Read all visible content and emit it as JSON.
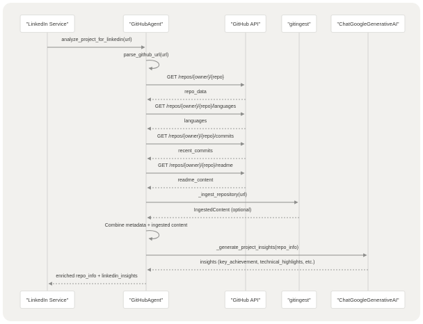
{
  "diagram": {
    "type": "sequence",
    "participants": [
      "\"LinkedIn Service\"",
      "\"GitHubAgent\"",
      "\"GitHub API\"",
      "\"gitingest\"",
      "\"ChatGoogleGenerativeAI\""
    ],
    "messages": [
      {
        "from": "LinkedIn Service",
        "to": "GitHubAgent",
        "label": "analyze_project_for_linkedin(url)",
        "type": "solid"
      },
      {
        "from": "GitHubAgent",
        "to": "GitHubAgent",
        "label": "parse_github_url(url)",
        "type": "self"
      },
      {
        "from": "GitHubAgent",
        "to": "GitHub API",
        "label": "GET /repos/{owner}/{repo}",
        "type": "solid"
      },
      {
        "from": "GitHub API",
        "to": "GitHubAgent",
        "label": "repo_data",
        "type": "dotted"
      },
      {
        "from": "GitHubAgent",
        "to": "GitHub API",
        "label": "GET /repos/{owner}/{repo}/languages",
        "type": "solid"
      },
      {
        "from": "GitHub API",
        "to": "GitHubAgent",
        "label": "languages",
        "type": "dotted"
      },
      {
        "from": "GitHubAgent",
        "to": "GitHub API",
        "label": "GET /repos/{owner}/{repo}/commits",
        "type": "solid"
      },
      {
        "from": "GitHub API",
        "to": "GitHubAgent",
        "label": "recent_commits",
        "type": "dotted"
      },
      {
        "from": "GitHubAgent",
        "to": "GitHub API",
        "label": "GET /repos/{owner}/{repo}/readme",
        "type": "solid"
      },
      {
        "from": "GitHub API",
        "to": "GitHubAgent",
        "label": "readme_content",
        "type": "dotted"
      },
      {
        "from": "GitHubAgent",
        "to": "gitingest",
        "label": "_ingest_repository(url)",
        "type": "solid"
      },
      {
        "from": "gitingest",
        "to": "GitHubAgent",
        "label": "IngestedContent (optional)",
        "type": "dotted"
      },
      {
        "from": "GitHubAgent",
        "to": "GitHubAgent",
        "label": "Combine metadata + ingested content",
        "type": "self"
      },
      {
        "from": "GitHubAgent",
        "to": "ChatGoogleGenerativeAI",
        "label": "_generate_project_insights(repo_info)",
        "type": "solid"
      },
      {
        "from": "ChatGoogleGenerativeAI",
        "to": "GitHubAgent",
        "label": "insights (key_achievement, technical_highlights, etc.)",
        "type": "dotted"
      },
      {
        "from": "GitHubAgent",
        "to": "LinkedIn Service",
        "label": "enriched repo_info + linkedin_insights",
        "type": "dotted"
      }
    ],
    "colors": {
      "canvas_background": "#f2f1ee",
      "box_fill": "#ffffff",
      "box_border": "#e1e1de",
      "lifeline": "#d4d4d1",
      "arrow": "#8e8e8c",
      "text": "#3a3a38"
    }
  }
}
